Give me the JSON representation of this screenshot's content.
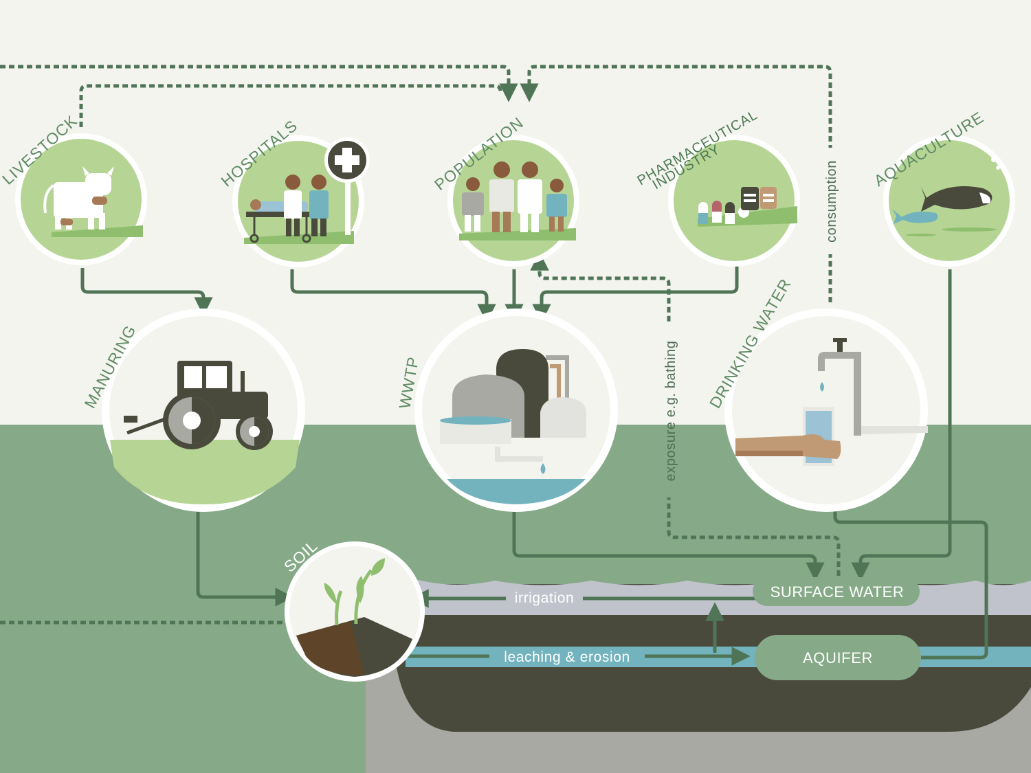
{
  "nodes": {
    "livestock": "LIVESTOCK",
    "hospitals": "HOSPITALS",
    "population": "POPULATION",
    "pharma_line1": "PHARMACEUTICAL",
    "pharma_line2": "INDUSTRY",
    "aquaculture": "AQUACULTURE",
    "manuring": "MANURING",
    "wwtp": "WWTP",
    "drinking_water": "DRINKING WATER",
    "soil": "SOIL",
    "surface_water": "SURFACE WATER",
    "aquifer": "AQUIFER"
  },
  "flows": {
    "irrigation": "irrigation",
    "leaching": "leaching & erosion",
    "exposure": "exposure e.g. bathing",
    "consumption": "consumption"
  },
  "colors": {
    "background": "#f4f4ef",
    "ground": "#86aa88",
    "arrow": "#4f7556",
    "circle_fill": "#b6d595",
    "aquifer_dark": "#4a4a3c",
    "water": "#72b3be",
    "bedrock": "#a9a9a4"
  }
}
